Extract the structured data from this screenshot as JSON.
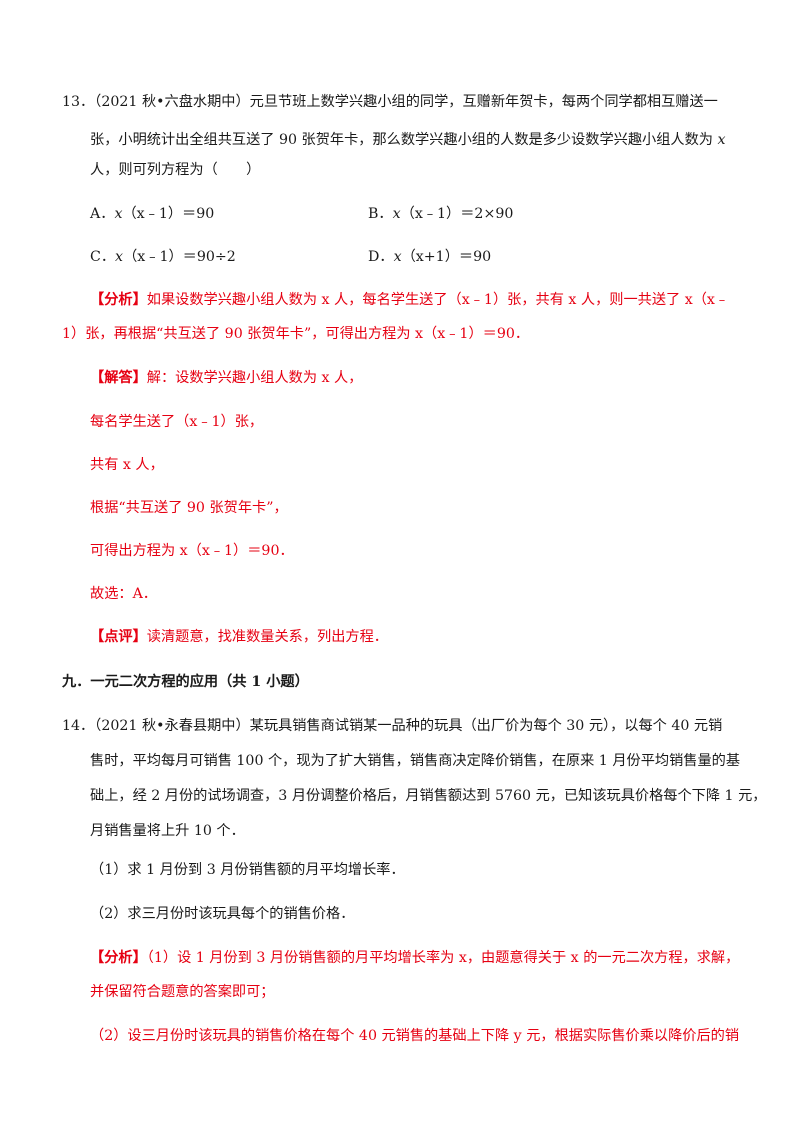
{
  "q13": {
    "number": "13．",
    "line1": "（2021 秋•六盘水期中）元旦节班上数学兴趣小组的同学，互赠新年贺卡，每两个同学都相互赠送一",
    "line2_pre": "张，小明统计出全组共互送了 90 张贺年卡，那么数学兴趣小组的人数是多少设数学兴趣小组人数为",
    "line2_var": "x",
    "line3": "人，则可列方程为（　　）",
    "options": [
      {
        "label": "A．",
        "var": "x",
        "text": "（x﹣1）＝90"
      },
      {
        "label": "B．",
        "var": "x",
        "text": "（x﹣1）＝2×90"
      },
      {
        "label": "C．",
        "var": "x",
        "text": "（x﹣1）＝90÷2"
      },
      {
        "label": "D．",
        "var": "x",
        "text": "（x+1）＝90"
      }
    ],
    "analysis_tag": "【分析】",
    "analysis_line1": "如果设数学兴趣小组人数为 x 人，每名学生送了（x﹣1）张，共有 x 人，则一共送了 x（x﹣",
    "analysis_line2": "1）张，再根据“共互送了 90 张贺年卡”，可得出方程为 x（x﹣1）＝90．",
    "solution_tag": "【解答】",
    "solution_line1": "解：设数学兴趣小组人数为 x 人，",
    "solution_lines": [
      "每名学生送了（x﹣1）张，",
      "共有 x 人，",
      "根据“共互送了 90 张贺年卡”，",
      "可得出方程为 x（x﹣1）＝90．",
      "故选：A．"
    ],
    "comment_tag": "【点评】",
    "comment_text": "读清题意，找准数量关系，列出方程．"
  },
  "section": {
    "title": "九．一元二次方程的应用（共 1 小题）"
  },
  "q14": {
    "number": "14．",
    "line1": "（2021 秋•永春县期中）某玩具销售商试销某一品种的玩具（出厂价为每个 30 元），以每个 40 元销",
    "line2": "售时，平均每月可销售 100 个，现为了扩大销售，销售商决定降价销售，在原来 1 月份平均销售量的基",
    "line3": "础上，经 2 月份的试场调查，3 月份调整价格后，月销售额达到 5760 元，已知该玩具价格每个下降 1 元，",
    "line4": "月销售量将上升 10 个．",
    "sub1": "（1）求 1 月份到 3 月份销售额的月平均增长率．",
    "sub2": "（2）求三月份时该玩具每个的销售价格．",
    "analysis_tag": "【分析】",
    "analysis_line1": "（1）设 1 月份到 3 月份销售额的月平均增长率为 x，由题意得关于 x 的一元二次方程，求解，",
    "analysis_line2": "并保留符合题意的答案即可；",
    "analysis_line3": "（2）设三月份时该玩具的销售价格在每个 40 元销售的基础上下降 y 元，根据实际售价乘以降价后的销"
  }
}
